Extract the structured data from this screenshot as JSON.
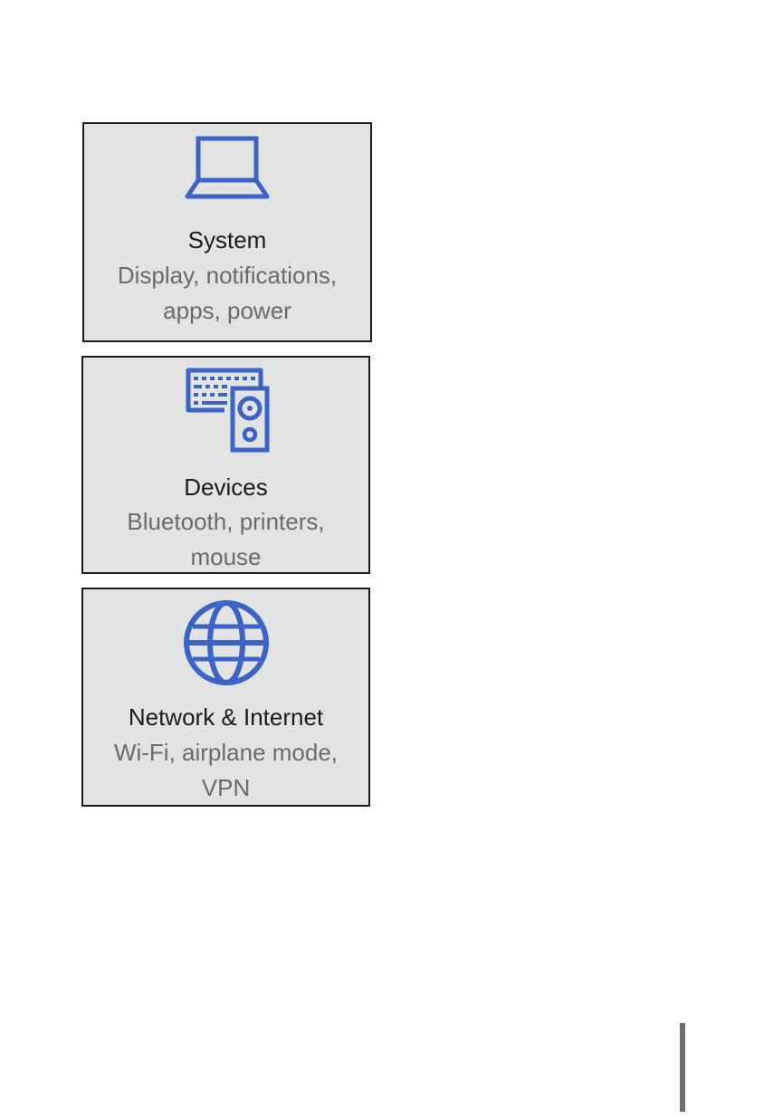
{
  "accent_color": "#3d63c6",
  "tiles": [
    {
      "title": "System",
      "desc_line1": "Display, notifications,",
      "desc_line2": "apps, power",
      "icon": "laptop-icon"
    },
    {
      "title": "Devices",
      "desc_line1": "Bluetooth, printers,",
      "desc_line2": "mouse",
      "icon": "devices-icon"
    },
    {
      "title": "Network & Internet",
      "desc_line1": "Wi-Fi, airplane mode,",
      "desc_line2": "VPN",
      "icon": "globe-icon"
    }
  ]
}
